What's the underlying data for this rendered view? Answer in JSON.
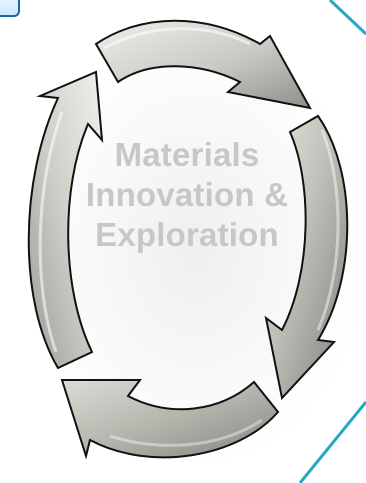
{
  "diagram": {
    "center_label": {
      "line1": "Materials",
      "line2": "Innovation &",
      "line3": "Exploration"
    },
    "colors": {
      "arrow_light": "#d8d8d2",
      "arrow_dark": "#8f8f8a",
      "arrow_outline": "#111111",
      "accent_line": "#27a7c6",
      "text": "#c7c7c7"
    },
    "arrow_count": 4,
    "icons": [
      "curved-arrow-icon"
    ]
  }
}
